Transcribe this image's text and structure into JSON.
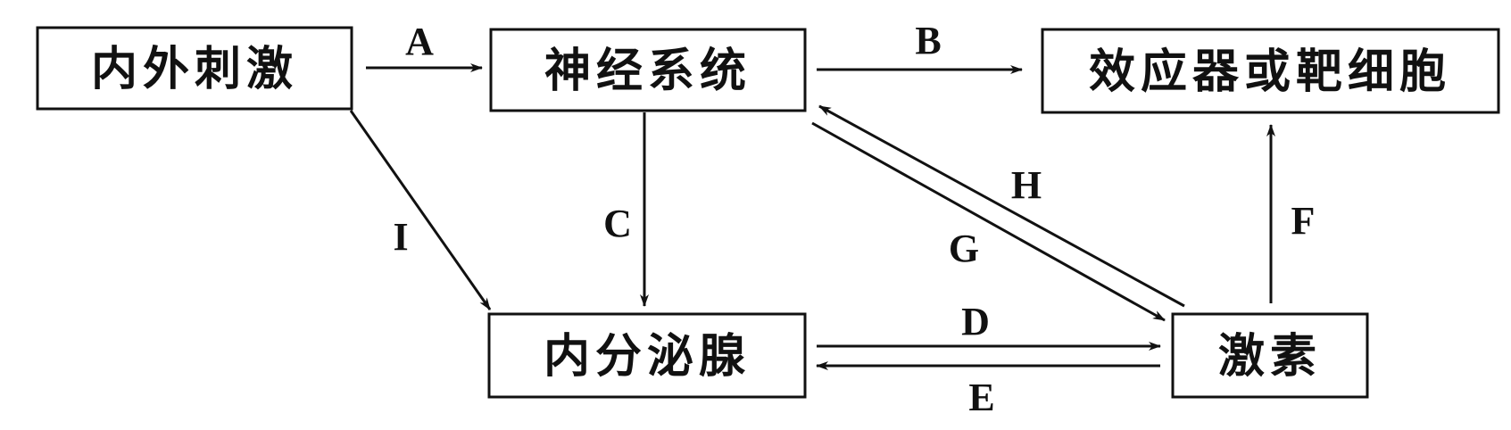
{
  "nodes": {
    "stimulus": "内外刺激",
    "nervous": "神经系统",
    "effector": "效应器或靶细胞",
    "endocrine": "内分泌腺",
    "hormone": "激素"
  },
  "edges": {
    "A": "A",
    "B": "B",
    "C": "C",
    "D": "D",
    "E": "E",
    "F": "F",
    "G": "G",
    "H": "H",
    "I": "I"
  }
}
